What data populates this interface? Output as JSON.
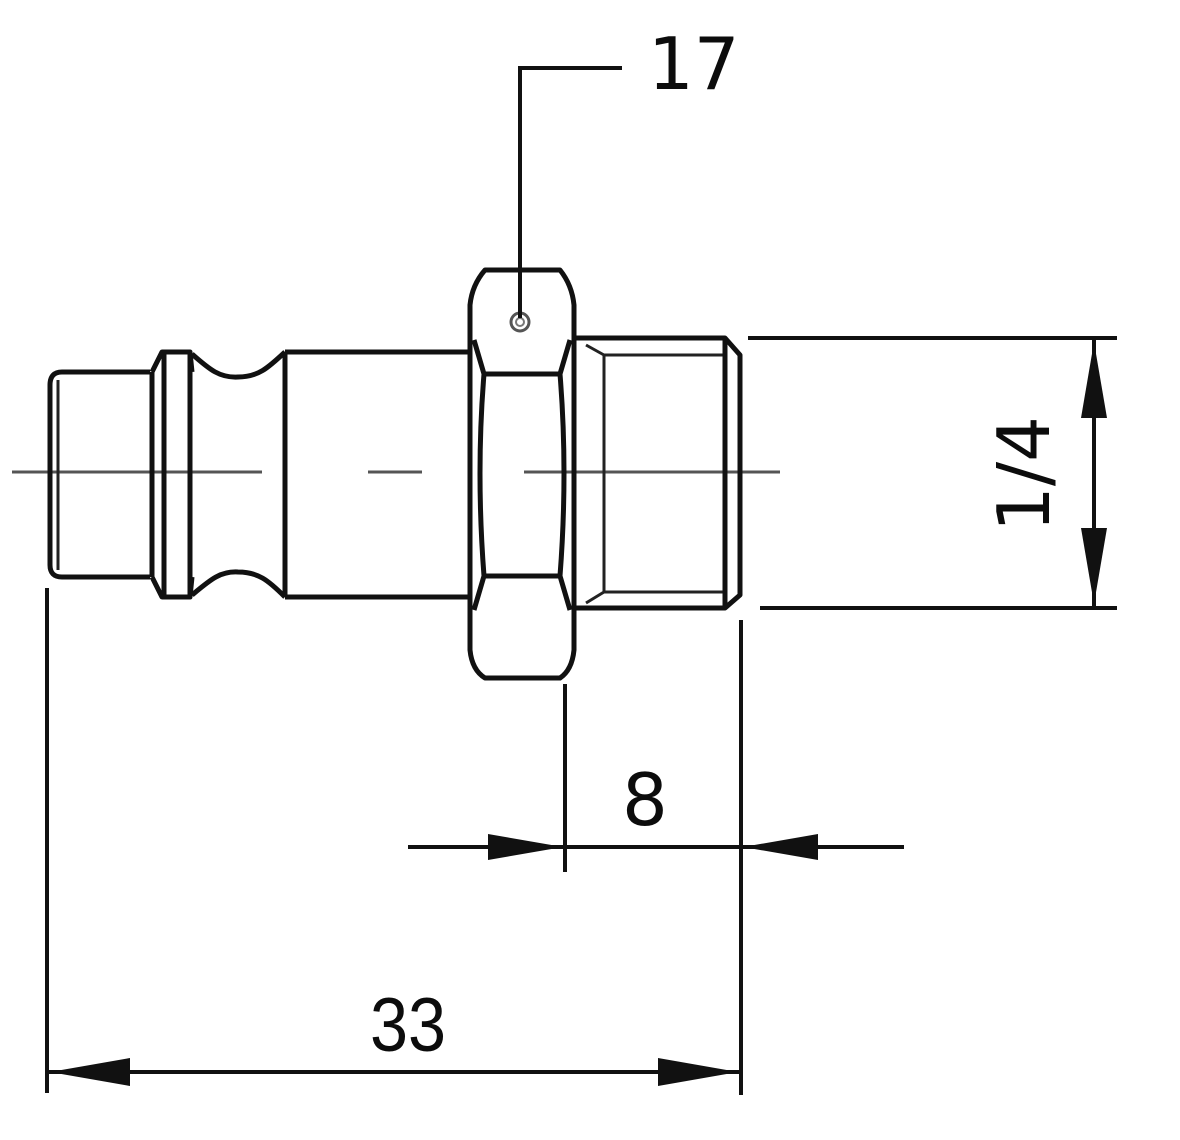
{
  "drawing": {
    "subject": "Pneumatic coupling plug (male thread) — side view",
    "colors": {
      "line": "#111111",
      "centerline": "#555555",
      "background": "#ffffff"
    },
    "callouts": {
      "wrench_size": {
        "label": "17",
        "meaning": "hex nut across flats"
      }
    },
    "dimensions": {
      "thread_size": {
        "label": "1/4",
        "orientation": "vertical"
      },
      "thread_length": {
        "label": "8",
        "orientation": "horizontal"
      },
      "overall_length": {
        "label": "33",
        "orientation": "horizontal"
      }
    }
  }
}
